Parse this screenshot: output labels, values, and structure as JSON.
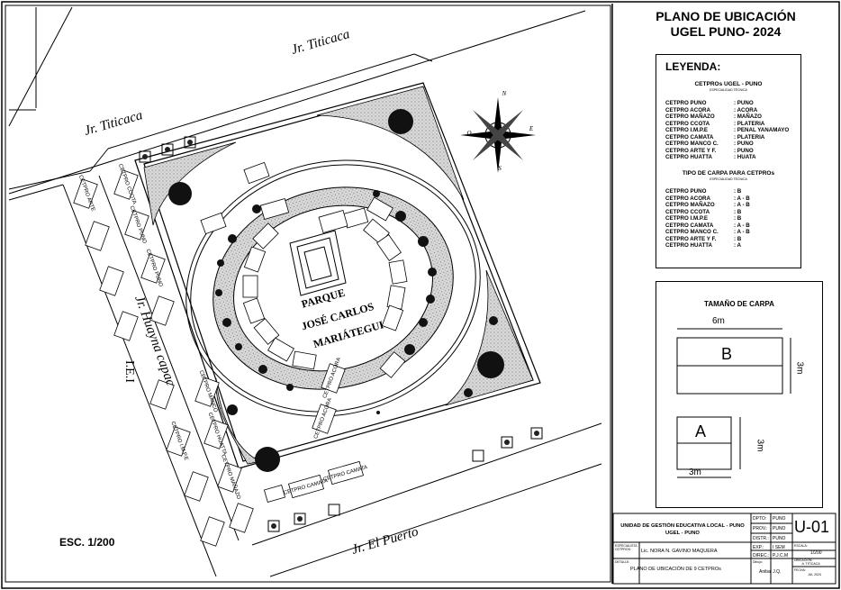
{
  "title": {
    "line1": "PLANO DE UBICACIÓN",
    "line2": "UGEL PUNO- 2024"
  },
  "legend": {
    "title": "LEYENDA:",
    "section1_title": "CETPROs UGEL - PUNO",
    "section1_sub": "ESPECIALIDAD TÉCNICA",
    "section1_rows": [
      {
        "k": "CETPRO PUNO",
        "v": ": PUNO"
      },
      {
        "k": "CETPRO ACORA",
        "v": ": ACORA"
      },
      {
        "k": "CETPRO MAÑAZO",
        "v": ": MAÑAZO"
      },
      {
        "k": "CETPRO CCOTA",
        "v": ": PLATERIA"
      },
      {
        "k": "CETPRO I.M.P.E",
        "v": ": PENAL YANAMAYO"
      },
      {
        "k": "CETPRO CAMATA",
        "v": ": PLATERIA"
      },
      {
        "k": "CETPRO MANCO C.",
        "v": ": PUNO"
      },
      {
        "k": "CETPRO ARTE Y F.",
        "v": ": PUNO"
      },
      {
        "k": "CETPRO HUATTA",
        "v": ": HUATA"
      }
    ],
    "section2_title": "TIPO DE CARPA PARA CETPROs",
    "section2_sub": "ESPECIALIDAD TÉCNICA",
    "section2_rows": [
      {
        "k": "CETPRO PUNO",
        "v": ": B"
      },
      {
        "k": "CETPRO ACORA",
        "v": ": A - B"
      },
      {
        "k": "CETPRO MAÑAZO",
        "v": ": A - B"
      },
      {
        "k": "CETPRO CCOTA",
        "v": ": B"
      },
      {
        "k": "CETPRO I.M.P.E",
        "v": ": B"
      },
      {
        "k": "CETPRO CAMATA",
        "v": ": A - B"
      },
      {
        "k": "CETPRO MANCO C.",
        "v": ": A - B"
      },
      {
        "k": "CETPRO ARTE Y F.",
        "v": ": B"
      },
      {
        "k": "CETPRO HUATTA",
        "v": ": A"
      }
    ]
  },
  "tent_size": {
    "title": "TAMAÑO DE CARPA",
    "b_label": "B",
    "b_width": "6m",
    "b_depth": "3m",
    "a_label": "A",
    "a_width": "3m",
    "a_depth": "3m"
  },
  "map": {
    "streets": {
      "titicaca_top": "Jr. Titicaca",
      "titicaca_left": "Jr. Titicaca",
      "huayna": "Jr. Huayna capac",
      "puerto": "Jr. El Puerto",
      "iei": "I.E.I"
    },
    "park_name": [
      "PARQUE",
      "JOSÉ CARLOS",
      "MARIÁTEGUI"
    ],
    "scale": "ESC. 1/200",
    "compass": {
      "n": "N",
      "s": "S",
      "e": "E",
      "o": "O"
    },
    "stall_labels": {
      "cetpro_puno": "CETPRO PUNO",
      "cetpro_acora": "CETPRO ACORA",
      "cetpro_camata": "CETPRO CAMATA",
      "cetpro_ccota": "CETPRO CCOTA",
      "cetpro_manco": "CETPRO MANCO",
      "cetpro_huatta": "CETPRO HUATTA",
      "cetpro_mañazo": "CETPRO MAÑAZO",
      "cetpro_arte": "CETPRO ARTE",
      "cetpro_impe": "CETPRO I.M.P.E"
    }
  },
  "title_block": {
    "entity": "UNIDAD DE GESTIÓN EDUCATIVA LOCAL - PUNO",
    "entity2": "UGEL - PUNO",
    "dpto_k": "DPTO:",
    "dpto_v": "PUNO",
    "prov_k": "PROV.:",
    "prov_v": "PUNO",
    "distr_k": "DISTR.:",
    "distr_v": "PUNO",
    "sheet": "U-01",
    "exp_k": "EXP.:",
    "exp_v": "I SEM",
    "direc_k": "DIREC.:",
    "direc_v": "P.J.C.M",
    "especialista_k": "ESPECIALISTA CETPROS:",
    "especialista_v": "Lic. NORA N. GAVINO MAQUERA",
    "detalle_k": "DETALLE:",
    "detalle_v": "PLANO DE UBICACIÓN DE 9 CETPROs",
    "dibujo_k": "Dibujo:",
    "dibujo_v": "Anibal J.Q.",
    "escala_k": "ESCALA:",
    "escala_v": "1/200",
    "ubicacion_k": "UBICACIÓN:",
    "ubicacion_v": "Jr. TITICACA",
    "fecha_k": "FECHA:",
    "fecha_v": "JUL 2024"
  }
}
